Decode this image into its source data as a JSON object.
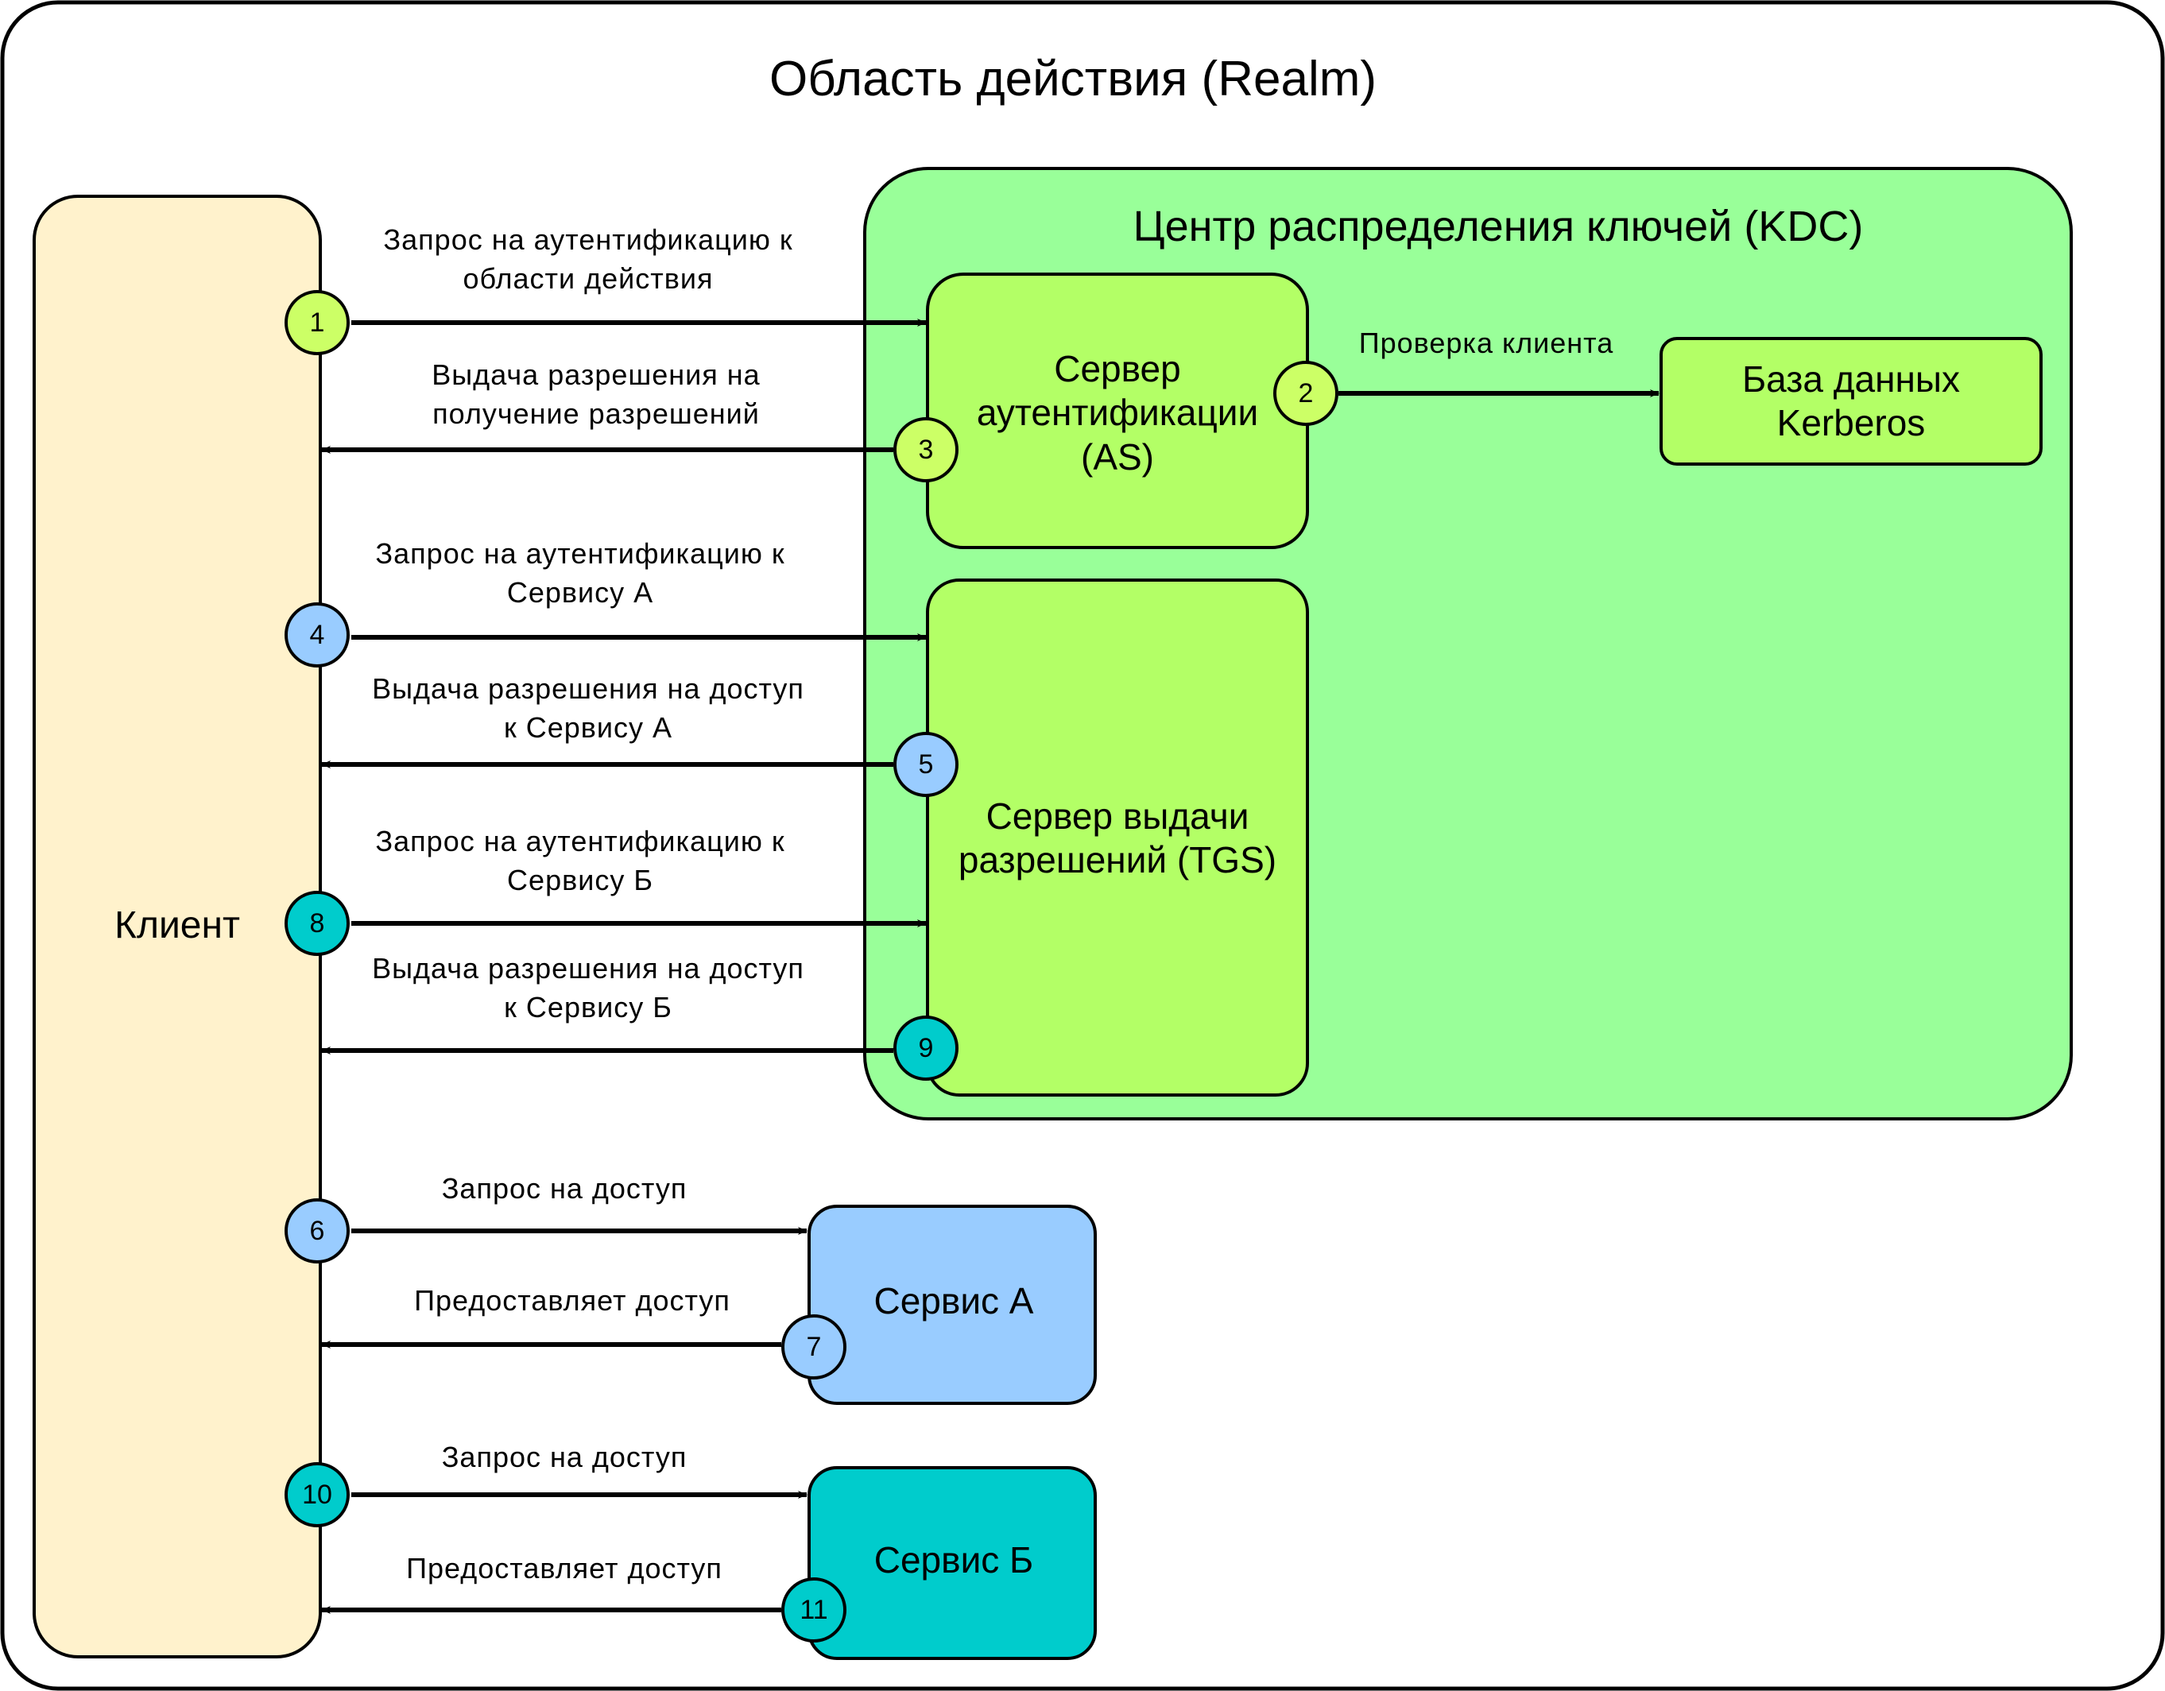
{
  "realm": {
    "title": "Область действия (Realm)"
  },
  "client": {
    "label": "Клиент",
    "color": "#fff2cc"
  },
  "kdc": {
    "title": "Центр распределения ключей (KDC)",
    "color": "#99ff99"
  },
  "as_server": {
    "label": "Сервер\nаутентификации\n(AS)",
    "color": "#b3ff66"
  },
  "tgs_server": {
    "label": "Сервер выдачи\nразрешений (TGS)",
    "color": "#b3ff66"
  },
  "kerberos_db": {
    "label": "База данных\nKerberos",
    "color": "#b3ff66"
  },
  "service_a": {
    "label": "Сервис А",
    "color": "#99ccff"
  },
  "service_b": {
    "label": "Сервис Б",
    "color": "#00cccc"
  },
  "arrows": [
    {
      "step": "1",
      "label": "Запрос на аутентификацию к\nобласти действия"
    },
    {
      "step": "2",
      "label": "Проверка клиента"
    },
    {
      "step": "3",
      "label": "Выдача разрешения на\nполучение разрешений"
    },
    {
      "step": "4",
      "label": "Запрос на аутентификацию к\nСервису А"
    },
    {
      "step": "5",
      "label": "Выдача разрешения на доступ\nк Сервису А"
    },
    {
      "step": "8",
      "label": "Запрос на аутентификацию к\nСервису Б"
    },
    {
      "step": "9",
      "label": "Выдача разрешения на доступ\nк Сервису Б"
    },
    {
      "step": "6",
      "label": "Запрос на доступ"
    },
    {
      "step": "7",
      "label": "Предоставляет доступ"
    },
    {
      "step": "10",
      "label": "Запрос на доступ"
    },
    {
      "step": "11",
      "label": "Предоставляет доступ"
    }
  ],
  "badge_colors": {
    "1": "#ccff66",
    "2": "#ccff66",
    "3": "#ccff66",
    "4": "#99ccff",
    "5": "#99ccff",
    "6": "#99ccff",
    "7": "#99ccff",
    "8": "#00cccc",
    "9": "#00cccc",
    "10": "#00cccc",
    "11": "#00cccc"
  }
}
